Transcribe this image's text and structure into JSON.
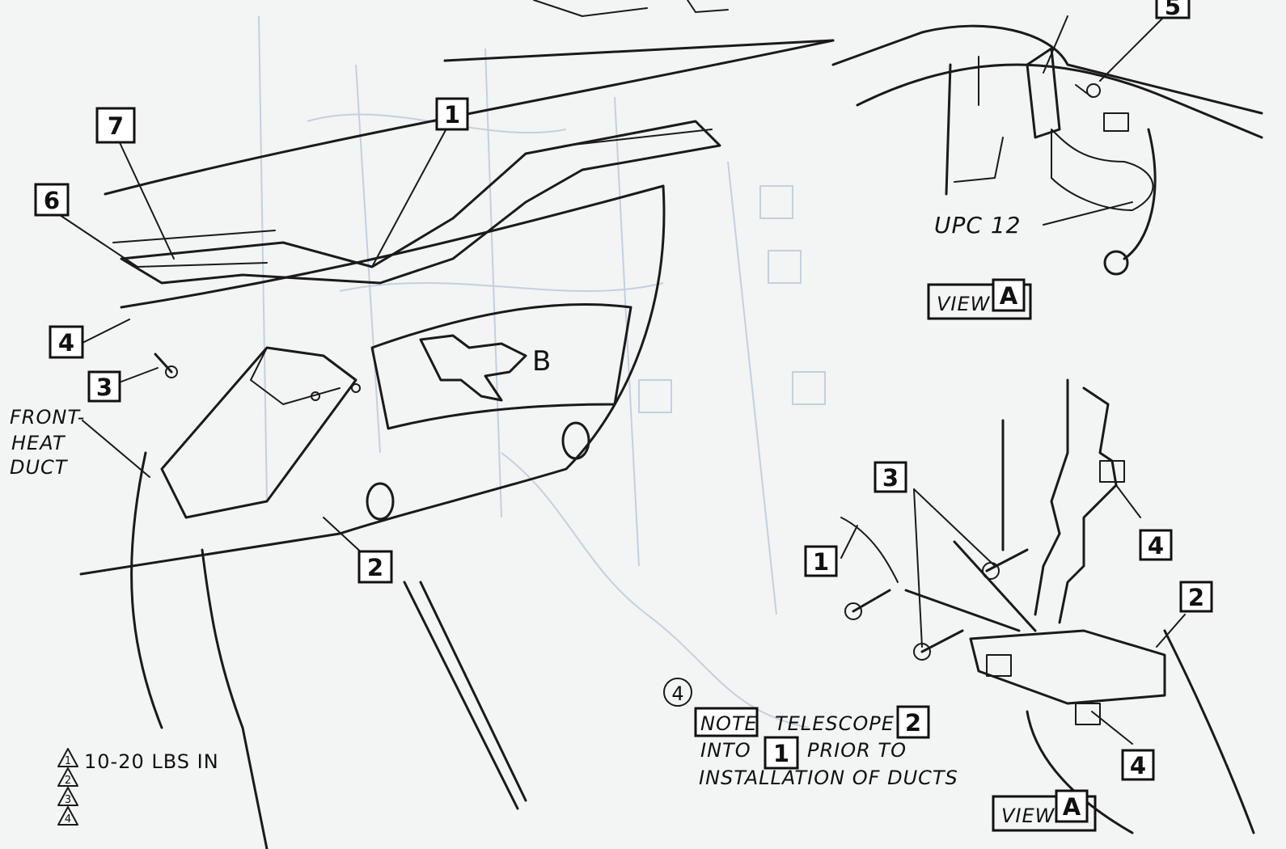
{
  "callouts": {
    "c1_main": "1",
    "c7": "7",
    "c6": "6",
    "c4_left": "4",
    "c3_left": "3",
    "c2_main": "2",
    "c5": "5",
    "c3_detail": "3",
    "c1_detail": "1",
    "c4_upper": "4",
    "c2_detail": "2",
    "c4_lower": "4"
  },
  "labels": {
    "front_heat_duct": [
      "FRONT-",
      "HEAT",
      "DUCT"
    ],
    "arrow_b": "B",
    "upc": "UPC 12",
    "view_word": "VIEW",
    "view_letter": "A",
    "circled_note_num": "4"
  },
  "torque": {
    "text": "10-20 LBS IN",
    "markers": [
      "1",
      "2",
      "3",
      "4"
    ]
  },
  "note": {
    "tag": "NOTE",
    "word_telescope": "TELESCOPE",
    "ref_a": "2",
    "word_into": "INTO",
    "ref_b": "1",
    "word_prior": "PRIOR TO",
    "line3": "INSTALLATION OF DUCTS"
  },
  "colors": {
    "ink": "#1a1a1a",
    "paper": "#f3f4f4",
    "ghost": "#c3d1de"
  }
}
